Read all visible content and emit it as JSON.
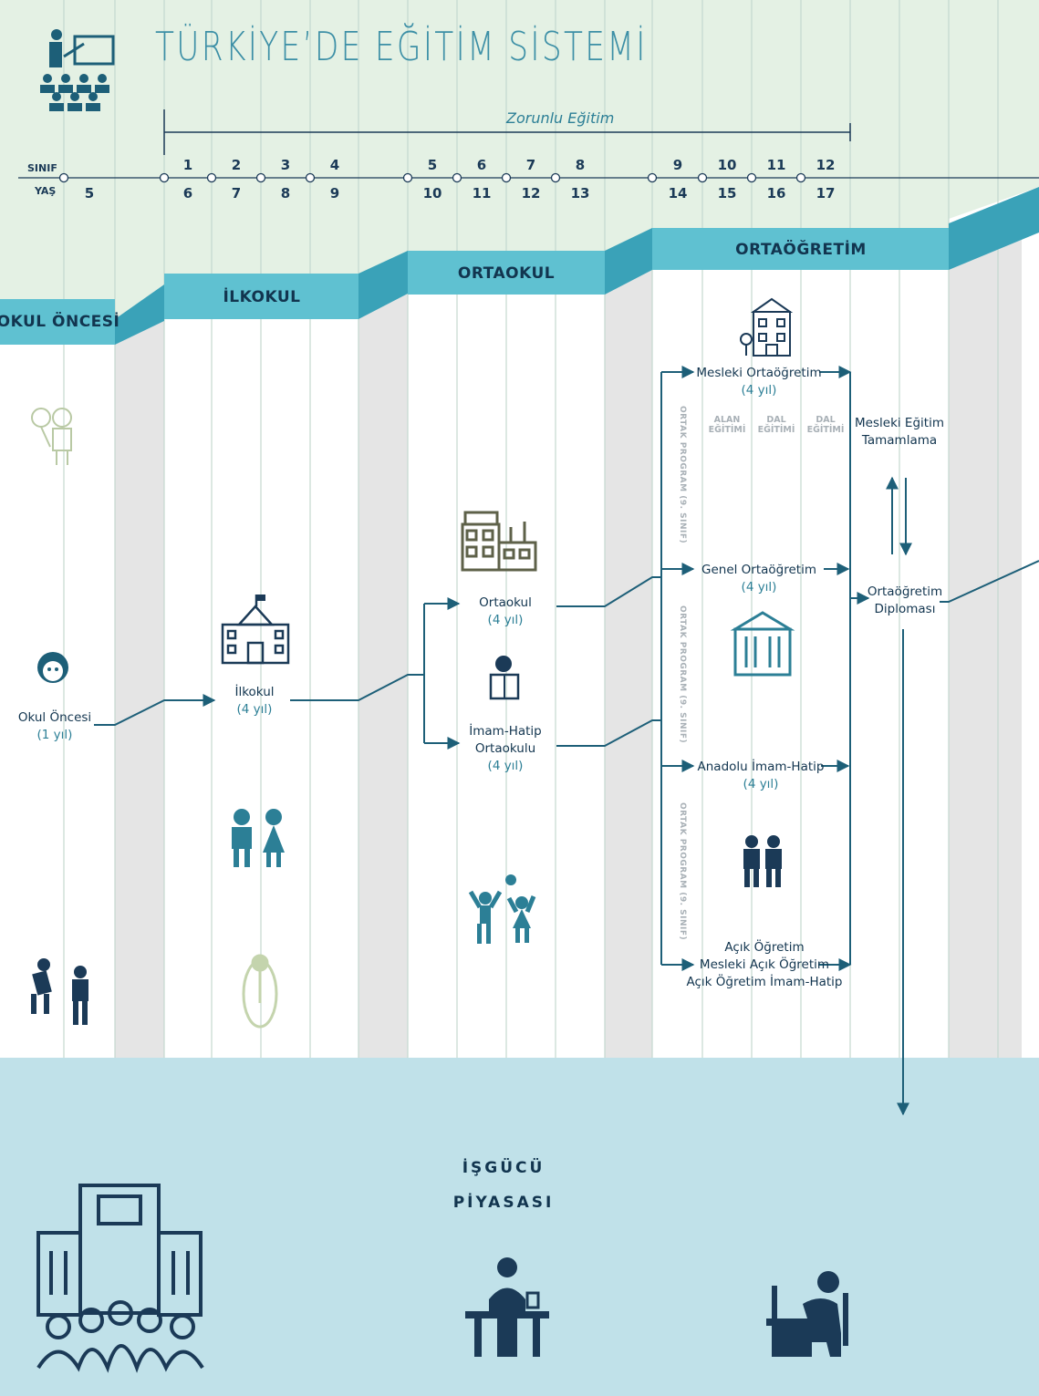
{
  "title": "TÜRKİYE’DE EĞİTİM SİSTEMİ",
  "compulsory_label": "Zorunlu Eğitim",
  "axis": {
    "grade_label": "SINIF",
    "age_label": "YAŞ",
    "grades": [
      "1",
      "2",
      "3",
      "4",
      "5",
      "6",
      "7",
      "8",
      "9",
      "10",
      "11",
      "12"
    ],
    "ages": [
      "5",
      "6",
      "7",
      "8",
      "9",
      "10",
      "11",
      "12",
      "13",
      "14",
      "15",
      "16",
      "17"
    ]
  },
  "stages": {
    "preschool": "OKUL ÖNCESİ",
    "primary": "İLKOKUL",
    "middle": "ORTAOKUL",
    "secondary": "ORTAÖĞRETİM"
  },
  "nodes": {
    "preschool": {
      "name": "Okul Öncesi",
      "duration": "(1 yıl)"
    },
    "primary": {
      "name": "İlkokul",
      "duration": "(4 yıl)"
    },
    "middle": {
      "name": "Ortaokul",
      "duration": "(4 yıl)"
    },
    "imam_middle": {
      "name1": "İmam-Hatip",
      "name2": "Ortaokulu",
      "duration": "(4 yıl)"
    },
    "vocational": {
      "name": "Mesleki Ortaöğretim",
      "duration": "(4 yıl)"
    },
    "general": {
      "name": "Genel Ortaöğretim",
      "duration": "(4 yıl)"
    },
    "anatolian_imam": {
      "name": "Anadolu İmam-Hatip",
      "duration": "(4 yıl)"
    },
    "open": {
      "line1": "Açık Öğretim",
      "line2": "Mesleki Açık Öğretim",
      "line3": "Açık Öğretim İmam-Hatip"
    },
    "vocational_completion": {
      "line1": "Mesleki Eğitim",
      "line2": "Tamamlama"
    },
    "diploma": {
      "line1": "Ortaöğretim",
      "line2": "Diploması"
    }
  },
  "vocational_sub": [
    {
      "line1": "ALAN",
      "line2": "EĞİTİMİ"
    },
    {
      "line1": "DAL",
      "line2": "EĞİTİMİ"
    },
    {
      "line1": "DAL",
      "line2": "EĞİTİMİ"
    }
  ],
  "common_program": [
    "ORTAK PROGRAM (9. SINIF)",
    "ORTAK PROGRAM (9. SINIF)",
    "ORTAK PROGRAM (9. SINIF)"
  ],
  "labor_market": {
    "line1": "İŞGÜCÜ",
    "line2": "PİYASASI"
  },
  "icons": [
    "teacher-classroom-icon",
    "child-balloon-icon",
    "boy-face-icon",
    "kids-playing-icon",
    "primary-school-building-icon",
    "boy-girl-icon",
    "jump-rope-girl-icon",
    "factory-school-icon",
    "reading-child-icon",
    "kids-ball-icon",
    "vocational-building-icon",
    "high-school-building-icon",
    "students-backpack-icon",
    "office-building-crowd-icon",
    "receptionist-icon",
    "computer-worker-icon"
  ],
  "colors": {
    "band": "#5bbccd",
    "band_dark": "#3aa2b8",
    "navy": "#12354f",
    "teal": "#2c7f96",
    "header_bg": "#e4f1e4",
    "footer_bg": "#bfe0e8",
    "gray_col": "#e6e6e6"
  }
}
